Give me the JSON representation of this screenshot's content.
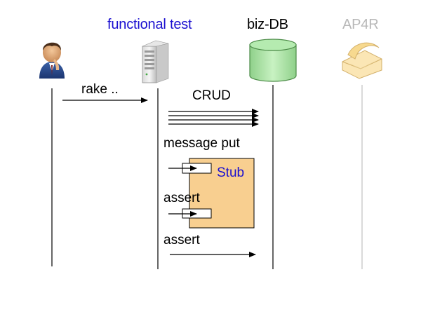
{
  "participants": [
    {
      "name": "",
      "icon": "user-icon"
    },
    {
      "name": "functional test",
      "icon": "server-icon",
      "color": "#1a0fd0"
    },
    {
      "name": "biz-DB",
      "icon": "database-icon",
      "color": "#000000"
    },
    {
      "name": "AP4R",
      "icon": "envelope-icon",
      "color": "#b8b8b8"
    }
  ],
  "messages": {
    "rake": "rake ..",
    "crud": "CRUD",
    "message_put": "message put",
    "stub": "Stub",
    "assert_1": "assert",
    "assert_2": "assert"
  },
  "colors": {
    "stub_fill": "#f8cf90",
    "db_fill": "#b5ebb0",
    "envelope_fill": "#fbe6b5",
    "lifeline_ap4r": "#c0c0c0"
  }
}
